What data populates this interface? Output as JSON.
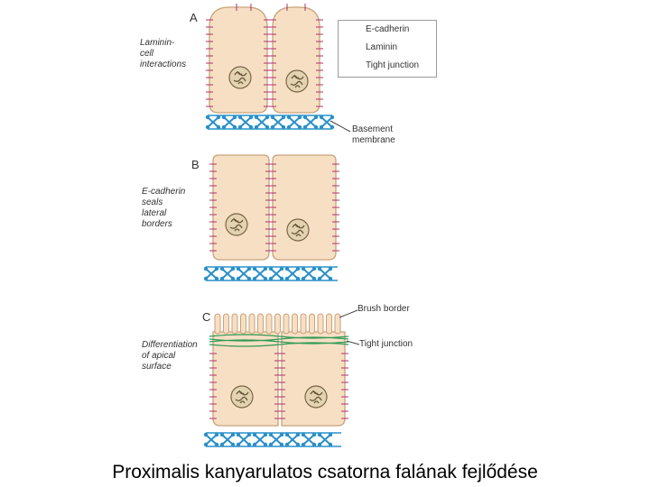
{
  "panels": [
    {
      "letter": "A",
      "side_label": [
        "Laminin-",
        "cell",
        "interactions"
      ]
    },
    {
      "letter": "B",
      "side_label": [
        "E-cadherin",
        "seals",
        "lateral",
        "borders"
      ]
    },
    {
      "letter": "C",
      "side_label": [
        "Differentiation",
        "of apical",
        "surface"
      ]
    }
  ],
  "legend": [
    {
      "label": "E-cadherin",
      "color": "#b0306a"
    },
    {
      "label": "Laminin",
      "color": "#2a90c8"
    },
    {
      "label": "Tight junction",
      "color": "#2e9a55"
    }
  ],
  "callouts": {
    "basement_membrane": [
      "Basement",
      "membrane"
    ],
    "brush_border": "Brush border",
    "tight_junction": "Tight junction"
  },
  "caption": "Proximalis kanyarulatos csatorna falának fejlődése",
  "colors": {
    "cell_fill": "#f7dfc4",
    "cell_stroke": "#c9a27a",
    "cadherin": "#b0306a",
    "laminin": "#2a90c8",
    "tight_junction": "#2e9a55",
    "nucleus": "#e3d3b1"
  }
}
